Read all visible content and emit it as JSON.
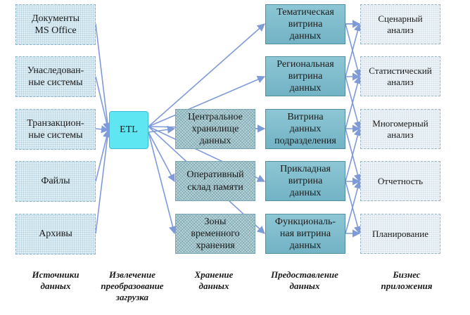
{
  "sources": [
    {
      "label": "Документы\nMS Office"
    },
    {
      "label": "Унаследован-\nные системы"
    },
    {
      "label": "Транзакцион-\nные системы"
    },
    {
      "label": "Файлы"
    },
    {
      "label": "Архивы"
    }
  ],
  "etl": {
    "label": "ETL"
  },
  "storage": [
    {
      "label": "Центральное\nхранилище\nданных"
    },
    {
      "label": "Оперативный\nсклад памяти"
    },
    {
      "label": "Зоны\nвременного\nхранения"
    }
  ],
  "marts": [
    {
      "label": "Тематическая\nвитрина\nданных"
    },
    {
      "label": "Региональная\nвитрина\nданных"
    },
    {
      "label": "Витрина\nданных\nподразделения"
    },
    {
      "label": "Прикладная\nвитрина\nданных"
    },
    {
      "label": "Функциональ-\nная витрина\nданных"
    }
  ],
  "apps": [
    {
      "label": "Сценарный\nанализ"
    },
    {
      "label": "Статистический\nанализ"
    },
    {
      "label": "Многомерный\nанализ"
    },
    {
      "label": "Отчетность"
    },
    {
      "label": "Планирование"
    }
  ],
  "columns": {
    "sources": "Источники\nданных",
    "extraction": "Извлечение\nпреобразование\nзагрузка",
    "storage": "Хранение\nданных",
    "delivery": "Предоставление\nданных",
    "business": "Бизнес\nприложения"
  },
  "colors": {
    "arrow": "#7f9ad9",
    "etl": "#5ee7f2",
    "mart": "#7fbccc",
    "store": "#b9d4da",
    "source": "#dcedf4"
  }
}
